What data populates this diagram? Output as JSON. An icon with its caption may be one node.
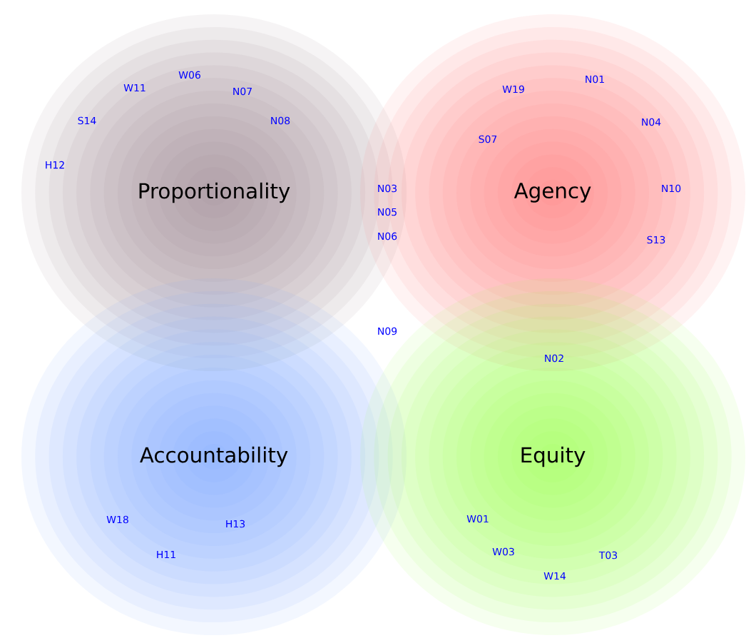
{
  "diagram": {
    "nodes": [
      {
        "text": [
          "Proportionality"
        ]
      },
      {
        "text": [
          "Agency"
        ]
      },
      {
        "text": [
          "Accountability"
        ]
      },
      {
        "text": [
          "Equity"
        ]
      }
    ],
    "labels": [
      "W06",
      "N01",
      "W11",
      "W19",
      "N07",
      "S14",
      "N08",
      "N04",
      "S07",
      "H12",
      "N03",
      "N10",
      "N05",
      "N06",
      "S13",
      "N09",
      "N02",
      "W01",
      "W18",
      "H13",
      "W03",
      "H11",
      "T03",
      "W14"
    ]
  }
}
